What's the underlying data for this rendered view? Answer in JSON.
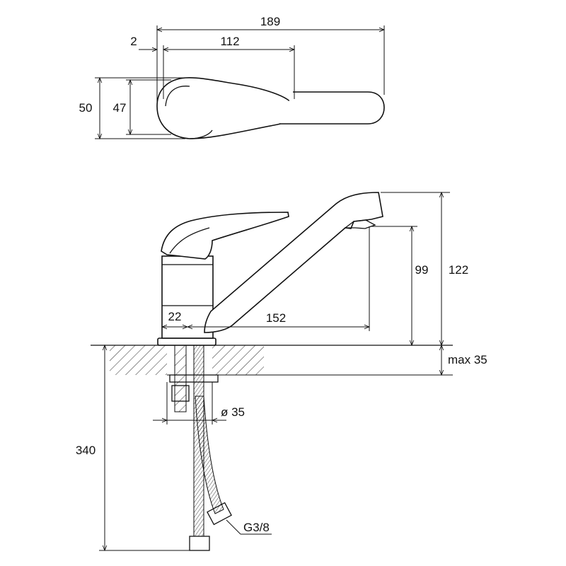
{
  "top_view": {
    "dim_overall": "189",
    "dim_spout": "112",
    "dim_offset": "2",
    "dim_width_outer": "50",
    "dim_width_inner": "47"
  },
  "side_view": {
    "dim_height_total": "122",
    "dim_height_outlet": "99",
    "dim_reach": "152",
    "dim_base": "22",
    "dim_counter_thickness": "max 35",
    "dim_hole_diameter": "ø 35",
    "dim_hose_length": "340",
    "label_thread": "G3/8"
  }
}
